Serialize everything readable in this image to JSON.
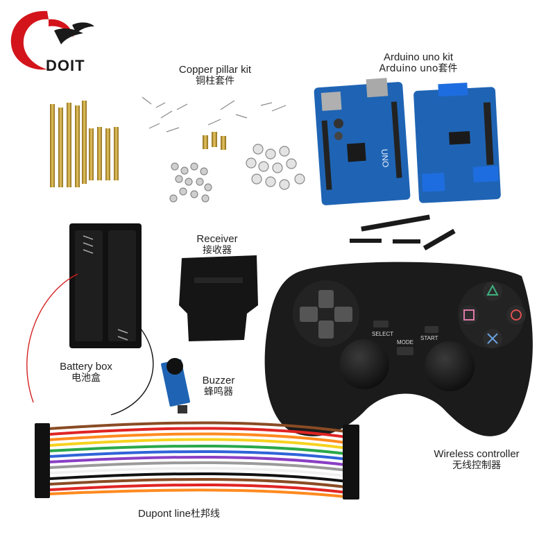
{
  "brand": {
    "name": "DOIT"
  },
  "labels": {
    "copper_pillar": {
      "en": "Copper pillar kit",
      "zh": "铜柱套件"
    },
    "arduino": {
      "en": "Arduino uno kit",
      "zh": "Arduino uno套件"
    },
    "receiver": {
      "en": "Receiver",
      "zh": "接收器"
    },
    "battery": {
      "en": "Battery box",
      "zh": "电池盒"
    },
    "buzzer": {
      "en": "Buzzer",
      "zh": "蜂鸣器"
    },
    "controller": {
      "en": "Wireless controller",
      "zh": "无线控制器"
    },
    "dupont": {
      "en": "Dupont line",
      "zh": "杜邦线"
    }
  },
  "board_text": {
    "uno": "UNO"
  },
  "gamepad_buttons": {
    "select": "SELECT",
    "mode": "MODE",
    "start": "START"
  },
  "colors": {
    "board_blue": "#1f64b4",
    "gamepad": "#1b1b1b",
    "brass": "#c9a23a",
    "logo_red": "#d3151b"
  }
}
